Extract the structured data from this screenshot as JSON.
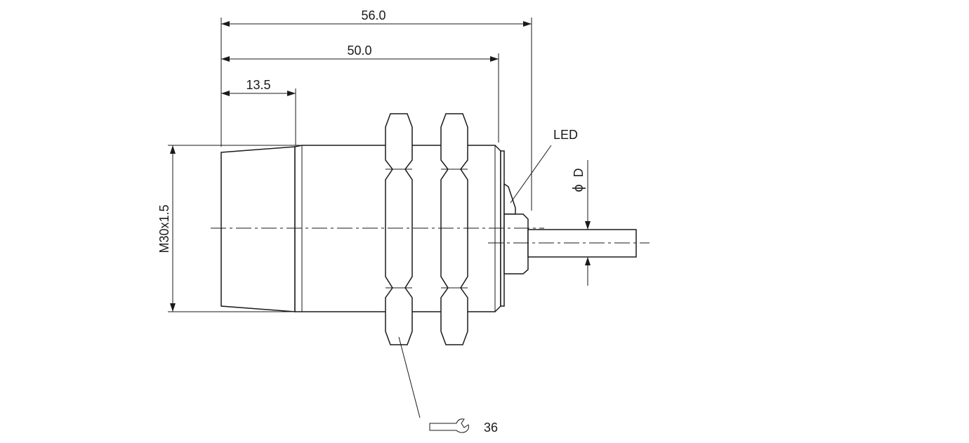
{
  "dimensions": {
    "overall_length": "56.0",
    "body_length": "50.0",
    "sensing_face_length": "13.5",
    "thread": "M30x1.5",
    "cable_diameter": "D"
  },
  "labels": {
    "led": "LED",
    "wrench_size": "36"
  },
  "symbols": {
    "diameter": "ϕ",
    "wrench_icon": "wrench-icon"
  },
  "colors": {
    "line": "#1a1a1a",
    "background": "#ffffff"
  }
}
